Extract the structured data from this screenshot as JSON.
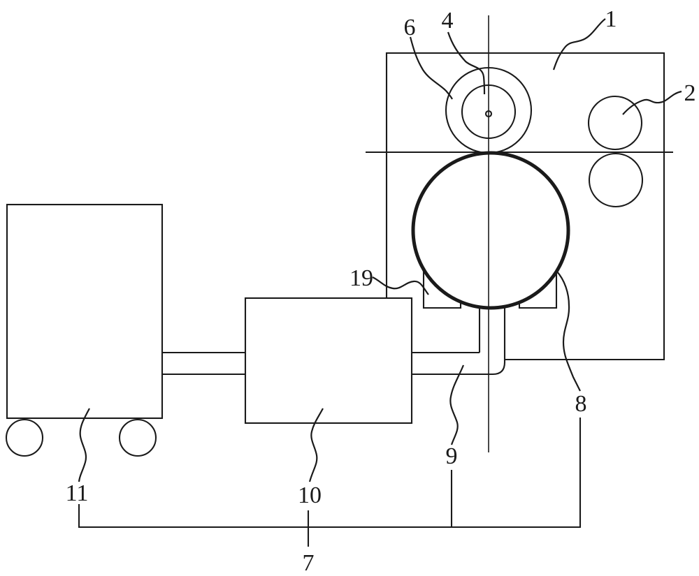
{
  "figure": {
    "background_color": "#ffffff",
    "line_color": "#1a1a1a"
  },
  "labels": {
    "p1": "1",
    "p2": "2",
    "p4": "4",
    "p6": "6",
    "p7": "7",
    "p8": "8",
    "p9": "9",
    "p10": "10",
    "p11": "11",
    "p19": "19"
  }
}
